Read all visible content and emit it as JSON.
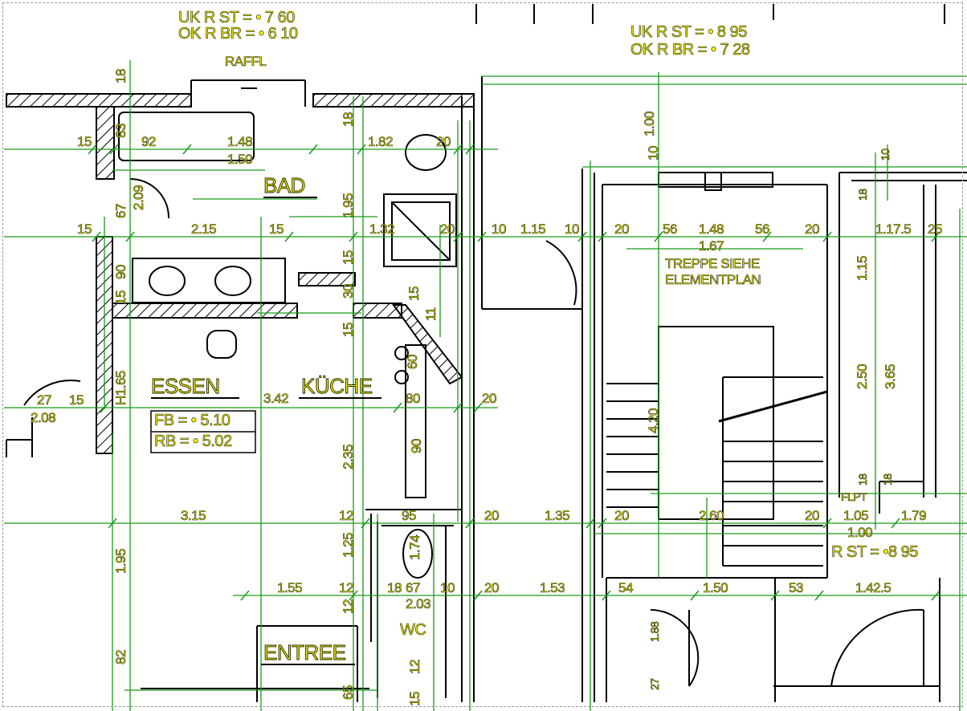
{
  "rooms": {
    "bad": "BAD",
    "essen": "ESSEN",
    "kueche": "KÜCHE",
    "entree": "ENTREE",
    "wc": "WC",
    "raffl": "RAFFL",
    "flpt": "FLPT"
  },
  "notes": {
    "uk_r_st_left": "UK R ST = • 7 60",
    "ok_r_br_left": "OK R BR = • 6 10",
    "uk_r_st_right": "UK R ST = • 8 95",
    "ok_r_br_right": "OK R BR = • 7 28",
    "treppe_1": "TREPPE SIEHE",
    "treppe_2": "ELEMENTPLAN",
    "fb": "FB = • 5.10",
    "rb": "RB = • 5.02",
    "rst": "R ST = •8 95"
  },
  "dims_h": {
    "d15a": "15",
    "d92": "92",
    "d148": "1.48",
    "d150": "1.50",
    "d182": "1.82",
    "d20a": "20",
    "d15b": "15",
    "d215": "2.15",
    "d15c": "15",
    "d132": "1.32",
    "d20b": "20",
    "d10a": "10",
    "d115": "1.15",
    "d10b": "10",
    "d20c": "20",
    "d56a": "56",
    "d148b": "1.48",
    "d56b": "56",
    "d20d": "20",
    "d1175": "1.17.5",
    "d25": "25",
    "d167": "1.67",
    "d342": "3.42",
    "d80": "80",
    "d20e": "20",
    "d27": "27",
    "d15d": "15",
    "d208": "2.08",
    "d315": "3.15",
    "d12a": "12",
    "d95": "95",
    "d20f": "20",
    "d135": "1.35",
    "d20g": "20",
    "d260": "2.60",
    "d20h": "20",
    "d105": "1.05",
    "d179": "1.79",
    "d100": "1.00",
    "d155": "1.55",
    "d12b": "12",
    "d18": "18",
    "d67": "67",
    "d10c": "10",
    "d20i": "20",
    "d153": "1.53",
    "d54": "54",
    "d150b": "1.50",
    "d53": "53",
    "d1425": "1.42.5",
    "d203": "2.03"
  },
  "dims_v": {
    "v18": "18",
    "v83": "83",
    "v67": "67",
    "v209": "2.09",
    "v18b": "18",
    "v195a": "1.95",
    "v100": "1.00",
    "v10": "10",
    "v90": "90",
    "v15": "15",
    "v165": "H1.65",
    "v15b": "15",
    "v30": "30",
    "v15c": "15",
    "v15d": "15",
    "v11": "11",
    "v60": "60",
    "v2_35": "2.35",
    "v90b": "90",
    "v420": "4.20",
    "v250": "2.50",
    "v365": "3.65",
    "v115": "1.15",
    "v195b": "1.95",
    "v125": "1.25",
    "v12": "12",
    "v174": "1.74",
    "v82": "82",
    "v65": "65",
    "v12b": "12",
    "v15e": "15",
    "v188": "1.88",
    "v27": "27",
    "v18c": "18",
    "v10b": "10",
    "v18d": "18",
    "v18e": "18"
  },
  "colors": {
    "line_green": "#1a9a1a",
    "line_black": "#000000",
    "label_yellow": "#f0f000"
  }
}
